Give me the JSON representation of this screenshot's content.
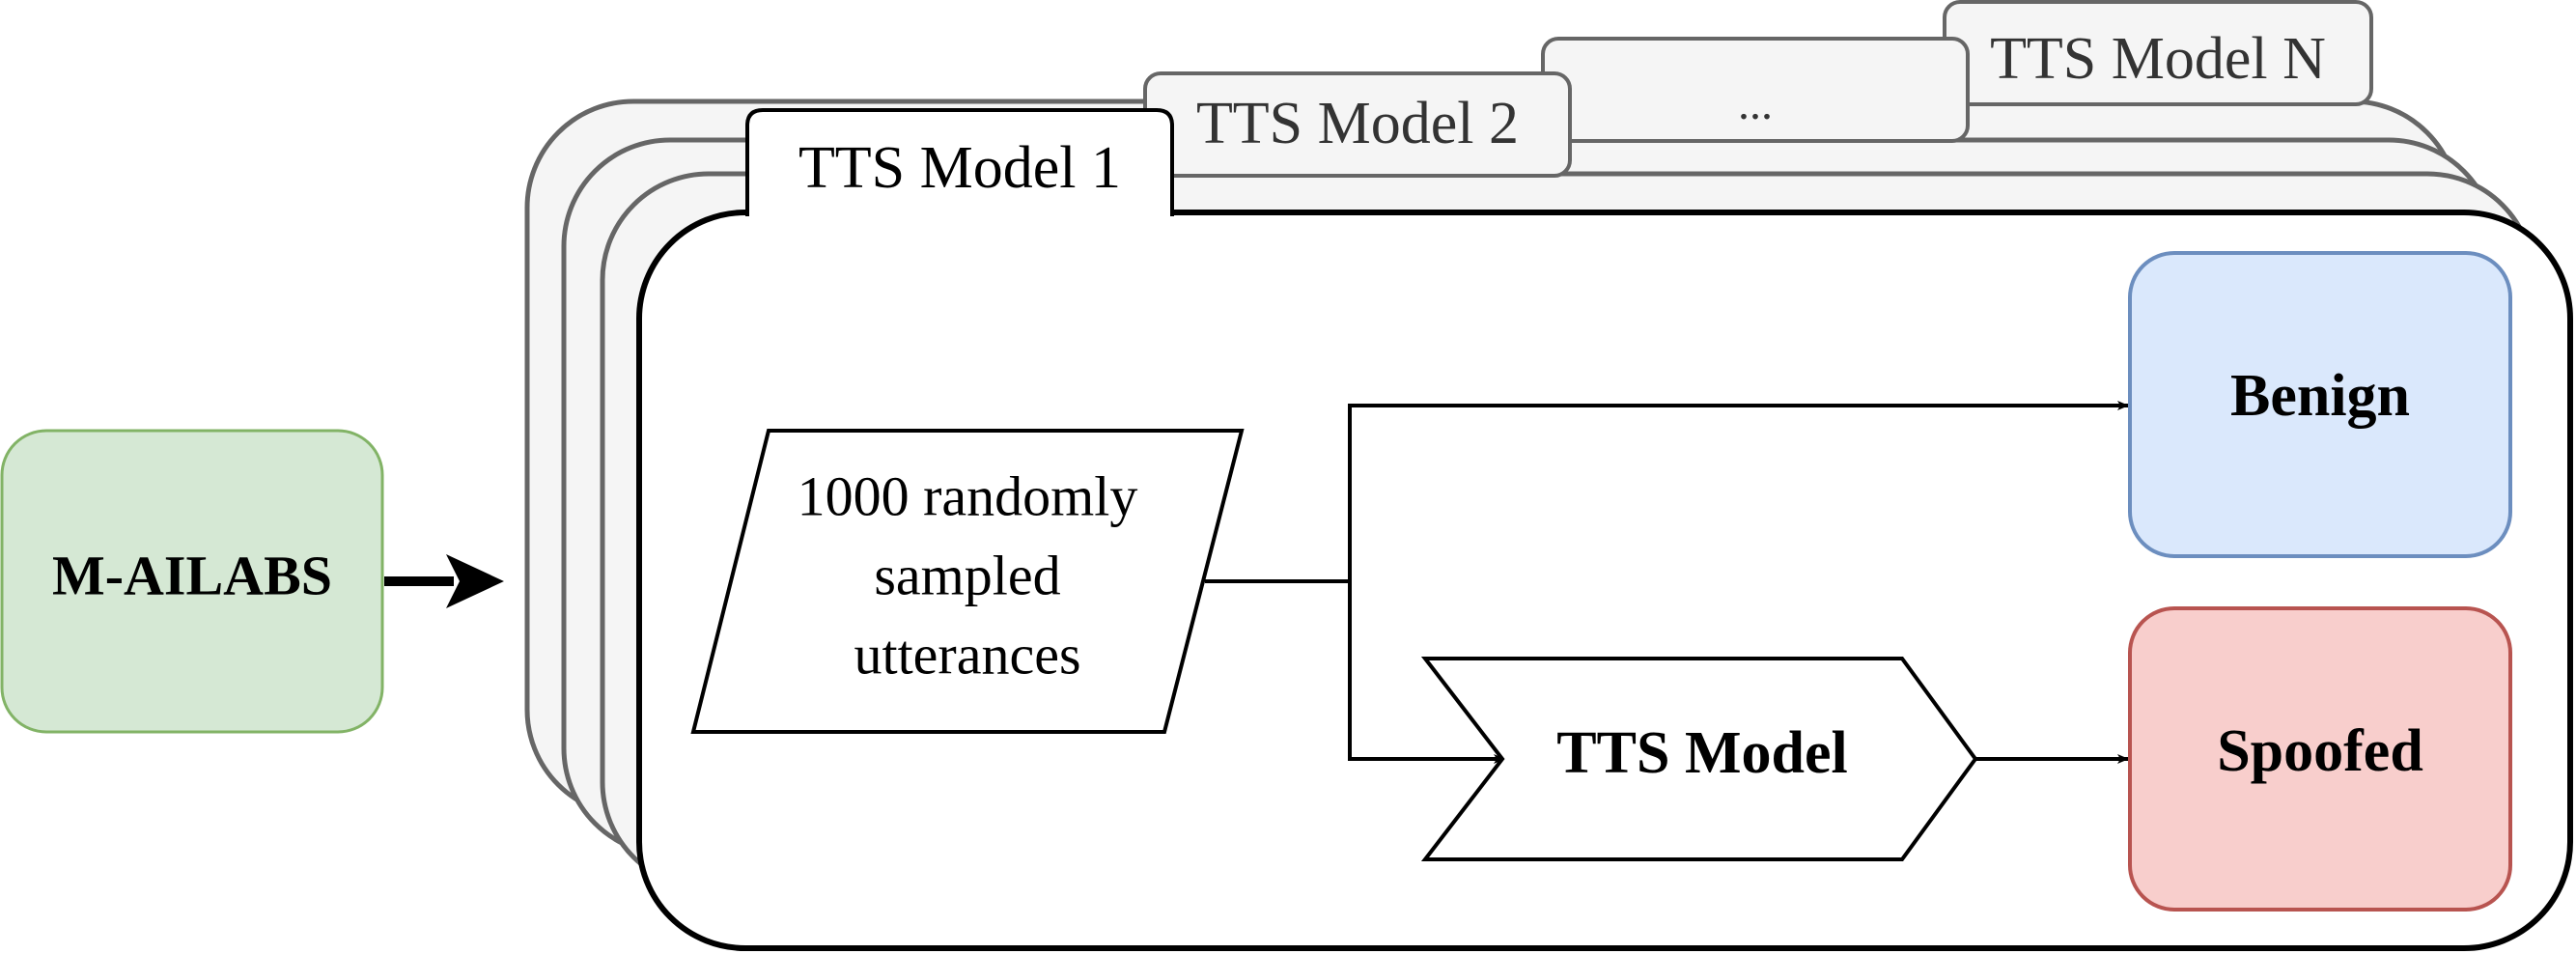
{
  "source": {
    "label": "M-AILABS",
    "fill": "#d5e8d4",
    "stroke": "#82b366"
  },
  "tabs": [
    {
      "label": "TTS Model 1"
    },
    {
      "label": "TTS Model 2"
    },
    {
      "label": "..."
    },
    {
      "label": "TTS Model N"
    }
  ],
  "input": {
    "label_lines": [
      "1000 randomly",
      "sampled",
      "utterances"
    ]
  },
  "process": {
    "label": "TTS Model"
  },
  "outputs": {
    "benign": {
      "label": "Benign",
      "fill": "#dae8fc",
      "stroke": "#6c8ebf"
    },
    "spoofed": {
      "label": "Spoofed",
      "fill": "#f8cecc",
      "stroke": "#b85450"
    }
  },
  "colors": {
    "back_card_stroke": "#666666",
    "back_card_fill": "#f5f5f5",
    "line": "#000000"
  }
}
